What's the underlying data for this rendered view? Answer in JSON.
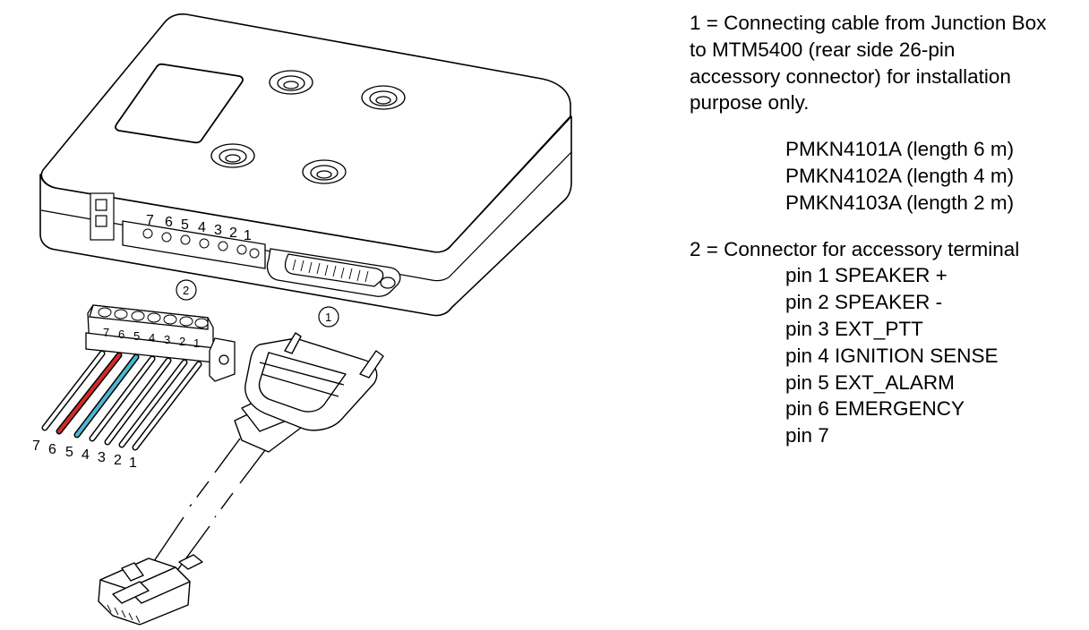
{
  "diagram": {
    "callouts": [
      "1",
      "2"
    ],
    "header_pins": [
      "7",
      "6",
      "5",
      "4",
      "3",
      "2",
      "1"
    ],
    "plug_pins": [
      "7",
      "6",
      "5",
      "4",
      "3",
      "2",
      "1"
    ],
    "wire_pins": [
      "7",
      "6",
      "5",
      "4",
      "3",
      "2",
      "1"
    ],
    "wire_colors": {
      "pin6": "#d42a2a",
      "pin5": "#4fb6cf",
      "other": "#ffffff"
    }
  },
  "legend": {
    "item1": [
      "1 = Connecting cable from Junction Box",
      "to MTM5400 (rear side 26-pin",
      "accessory connector) for installation",
      "purpose only."
    ],
    "kits": [
      "PMKN4101A (length 6 m)",
      "PMKN4102A (length 4 m)",
      "PMKN4103A (length 2 m)"
    ],
    "item2": "2 = Connector for accessory terminal",
    "pins": [
      "pin 1 SPEAKER +",
      "pin 2 SPEAKER -",
      "pin 3 EXT_PTT",
      "pin 4 IGNITION SENSE",
      "pin 5 EXT_ALARM",
      "pin 6 EMERGENCY",
      "pin 7"
    ]
  }
}
